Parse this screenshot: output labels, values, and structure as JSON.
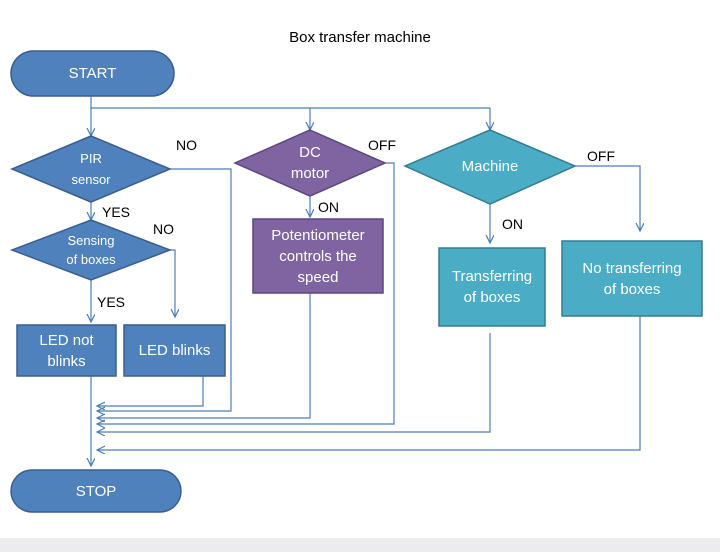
{
  "title": "Box transfer machine",
  "colors": {
    "blue_shape": "#4f81bd",
    "purple_shape": "#8064a2",
    "teal_shape": "#4bacc6",
    "connector": "#4a7ebb"
  },
  "nodes": {
    "start": "START",
    "stop": "STOP",
    "pir": "PIR\nsensor",
    "sensing": "Sensing\nof boxes",
    "led_not": "LED not\nblinks",
    "led_blinks": "LED blinks",
    "dc_motor": "DC\nmotor",
    "potentiometer": "Potentiometer\ncontrols the\nspeed",
    "machine": "Machine",
    "transferring": "Transferring\nof boxes",
    "no_transferring": "No transferring\nof boxes"
  },
  "edge_labels": {
    "pir_no": "NO",
    "pir_yes": "YES",
    "sensing_no": "NO",
    "sensing_yes": "YES",
    "dc_off": "OFF",
    "dc_on": "ON",
    "machine_off": "OFF",
    "machine_on": "ON"
  }
}
